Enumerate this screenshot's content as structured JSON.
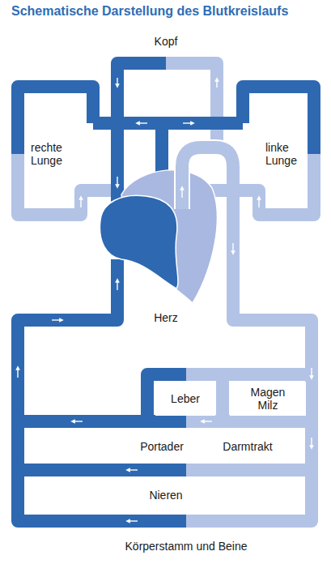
{
  "diagram": {
    "title": "Schematische Darstellung des Blutkreislaufs",
    "nodes": [
      {
        "text": [
          "Leber"
        ]
      },
      {
        "text": [
          "Magen Milz"
        ]
      }
    ],
    "labels": [
      "Kopf",
      "rechte Lunge",
      "linke Lunge",
      "Herz",
      "Portader",
      "Darmtrakt",
      "Nieren",
      "Körperstamm und Beine"
    ]
  }
}
